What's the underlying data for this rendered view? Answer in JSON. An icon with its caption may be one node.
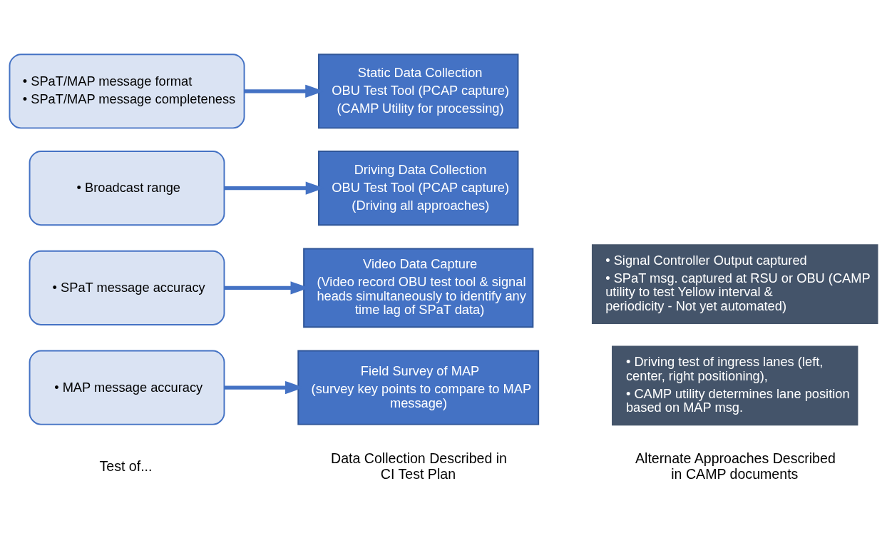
{
  "diagram": {
    "nodes": [
      {
        "text": [
          "• SPaT/MAP message format",
          "• SPaT/MAP message completeness"
        ]
      },
      {
        "text": [
          "Static Data Collection",
          "OBU Test Tool (PCAP capture)",
          "(CAMP Utility for processing)"
        ]
      },
      {
        "text": [
          "• Broadcast range"
        ]
      },
      {
        "text": [
          "Driving Data Collection",
          "OBU Test Tool (PCAP capture)",
          "(Driving all approaches)"
        ]
      },
      {
        "text": [
          "• SPaT message accuracy"
        ]
      },
      {
        "text": [
          "Video Data Capture",
          "(Video record OBU test tool & signal heads simultaneously to identify any time lag of SPaT data)"
        ]
      },
      {
        "text": [
          "• Signal Controller Output captured",
          "• SPaT msg. captured at RSU or OBU (CAMP utility to test Yellow interval & periodicity - Not yet automated)"
        ]
      },
      {
        "text": [
          "• MAP message accuracy"
        ]
      },
      {
        "text": [
          "Field Survey of MAP",
          "(survey key points to compare to MAP message)"
        ]
      },
      {
        "text": [
          "• Driving test of ingress lanes (left, center, right positioning),",
          "• CAMP utility determines lane position based on MAP msg."
        ]
      }
    ],
    "edges": [
      {
        "from": 0,
        "to": 1,
        "arrow": "to"
      },
      {
        "from": 2,
        "to": 3,
        "arrow": "to"
      },
      {
        "from": 4,
        "to": 5,
        "arrow": "to"
      },
      {
        "from": 7,
        "to": 8,
        "arrow": "to"
      }
    ],
    "labels": [
      "Test of...",
      "Data Collection Described in CI Test Plan",
      "Alternate Approaches Described in CAMP documents"
    ]
  }
}
